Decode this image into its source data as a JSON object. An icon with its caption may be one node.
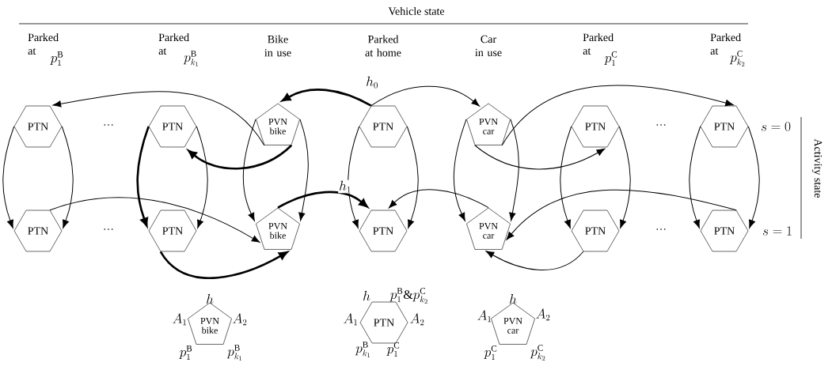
{
  "diagram": {
    "nodes": [
      {
        "text": [
          "PTN"
        ]
      },
      {
        "text": [
          "PTN"
        ]
      },
      {
        "text": [
          "PVN bike"
        ]
      },
      {
        "text": [
          "PTN"
        ]
      },
      {
        "text": [
          "PVN car"
        ]
      },
      {
        "text": [
          "PTN"
        ]
      },
      {
        "text": [
          "PTN"
        ]
      },
      {
        "text": [
          "PTN"
        ]
      },
      {
        "text": [
          "PTN"
        ]
      },
      {
        "text": [
          "PVN bike"
        ]
      },
      {
        "text": [
          "PTN"
        ]
      },
      {
        "text": [
          "PVN car"
        ]
      },
      {
        "text": [
          "PTN"
        ]
      },
      {
        "text": [
          "PTN"
        ]
      },
      {
        "text": [
          "PVN bike"
        ],
        "beside": [
          "h",
          "A_1",
          "A_2",
          "p_1^{\\mathrm{B}}",
          "p_{k_1}^{\\mathrm{B}}"
        ]
      },
      {
        "text": [
          "PTN"
        ],
        "beside": [
          "h",
          "p_1^{\\mathrm{B}}\\&p_{k_2}^{\\mathrm{C}}",
          "A_1",
          "A_2",
          "p_{k_1}^{\\mathrm{B}}",
          "p_1^{\\mathrm{C}}"
        ]
      },
      {
        "text": [
          "PVN car"
        ],
        "beside": [
          "h",
          "A_1",
          "A_2",
          "p_1^{\\mathrm{C}}",
          "p_{k_2}^{\\mathrm{C}}"
        ]
      }
    ],
    "edges": [
      {
        "from": 0,
        "to": 7,
        "arrow": "to"
      },
      {
        "from": 0,
        "to": 7,
        "arrow": "to"
      },
      {
        "from": 1,
        "to": 8,
        "arrow": "to",
        "style": "thick"
      },
      {
        "from": 1,
        "to": 8,
        "arrow": "to"
      },
      {
        "from": 2,
        "to": 9,
        "arrow": "to"
      },
      {
        "from": 2,
        "to": 9,
        "arrow": "to"
      },
      {
        "from": 3,
        "to": 10,
        "arrow": "to"
      },
      {
        "from": 3,
        "to": 10,
        "arrow": "to"
      },
      {
        "from": 4,
        "to": 11,
        "arrow": "to"
      },
      {
        "from": 4,
        "to": 11,
        "arrow": "to"
      },
      {
        "from": 5,
        "to": 12,
        "arrow": "to"
      },
      {
        "from": 5,
        "to": 12,
        "arrow": "to"
      },
      {
        "from": 6,
        "to": 13,
        "arrow": "to"
      },
      {
        "from": 6,
        "to": 13,
        "arrow": "to"
      },
      {
        "from": 2,
        "to": 0,
        "arrow": "to"
      },
      {
        "from": 3,
        "to": 2,
        "arrow": "to",
        "style": "thick",
        "label": "h_0"
      },
      {
        "from": 2,
        "to": 1,
        "arrow": "to",
        "style": "thick"
      },
      {
        "from": 3,
        "to": 4,
        "arrow": "to"
      },
      {
        "from": 4,
        "to": 6,
        "arrow": "to"
      },
      {
        "from": 4,
        "to": 5,
        "arrow": "to"
      },
      {
        "from": 7,
        "to": 9,
        "arrow": "to"
      },
      {
        "from": 8,
        "to": 9,
        "arrow": "to",
        "style": "thick"
      },
      {
        "from": 9,
        "to": 10,
        "arrow": "to",
        "style": "thick",
        "label": "h_1"
      },
      {
        "from": 11,
        "to": 10,
        "arrow": "to"
      },
      {
        "from": 13,
        "to": 11,
        "arrow": "to"
      },
      {
        "from": 12,
        "to": 11,
        "arrow": "to"
      }
    ],
    "labels": [
      "Vehicle state",
      "Parked at",
      "p_1^{\\mathrm{B}}",
      "Parked at",
      "p_{k_1}^{\\mathrm{B}}",
      "Bike in use",
      "Parked at home",
      "Car in use",
      "Parked at",
      "p_1^{\\mathrm{C}}",
      "Parked at",
      "p_{k_2}^{\\mathrm{C}}",
      "Activity state",
      "…",
      "…",
      "s=0",
      "…",
      "…",
      "s=1"
    ]
  }
}
